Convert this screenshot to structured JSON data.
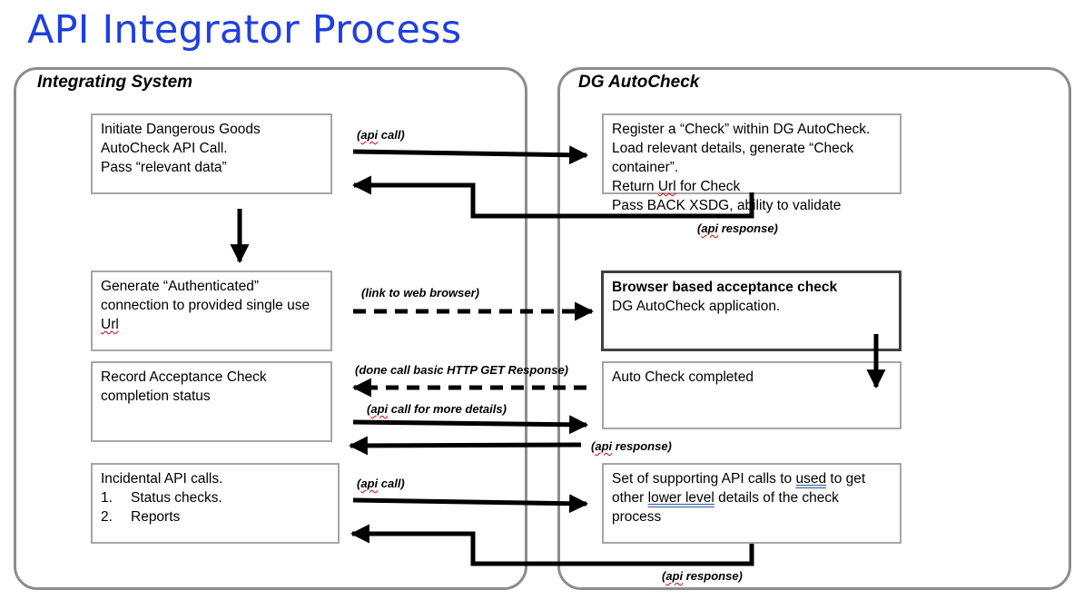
{
  "title": "API Integrator Process",
  "lanes": {
    "left": "Integrating System",
    "right": "DG AutoCheck"
  },
  "boxes": {
    "initiate": [
      "Initiate Dangerous Goods",
      "AutoCheck API Call.",
      "Pass “relevant data”"
    ],
    "register": [
      "Register a “Check” within DG AutoCheck.",
      "Load relevant details, generate “Check",
      "container”.",
      "Return ",
      "Url",
      " for Check",
      "Pass BACK XSDG, ability to validate"
    ],
    "generate": [
      "Generate “Authenticated”",
      "connection to provided single use",
      "Url"
    ],
    "browser": {
      "heading": "Browser based acceptance check",
      "body": "DG AutoCheck application."
    },
    "record": [
      "Record Acceptance Check",
      "completion status"
    ],
    "auto": "Auto Check completed",
    "incidental": {
      "heading": "Incidental API calls.",
      "items": [
        {
          "num": "1.",
          "text": "Status checks."
        },
        {
          "num": "2.",
          "text": "Reports"
        }
      ]
    },
    "support": {
      "a": "Set of supporting API calls to ",
      "b": "used",
      "c": " to get",
      "d": "other ",
      "e": "lower level",
      "f": " details of the check",
      "g": "process"
    }
  },
  "labels": {
    "api_call_1": {
      "a": "(",
      "b": "api",
      "c": " call)"
    },
    "api_response_1": {
      "a": "(",
      "b": "api",
      "c": " response)"
    },
    "link_browser": "(link to web browser)",
    "done_call": "(done call basic HTTP GET Response)",
    "api_call_more": {
      "a": "(",
      "b": "api",
      "c": " call for more details)"
    },
    "api_response_2": {
      "a": "(",
      "b": "api",
      "c": " response)"
    },
    "api_call_2": {
      "a": "(",
      "b": "api",
      "c": " call)"
    },
    "api_response_3": {
      "a": "(",
      "b": "api",
      "c": " response)"
    }
  }
}
